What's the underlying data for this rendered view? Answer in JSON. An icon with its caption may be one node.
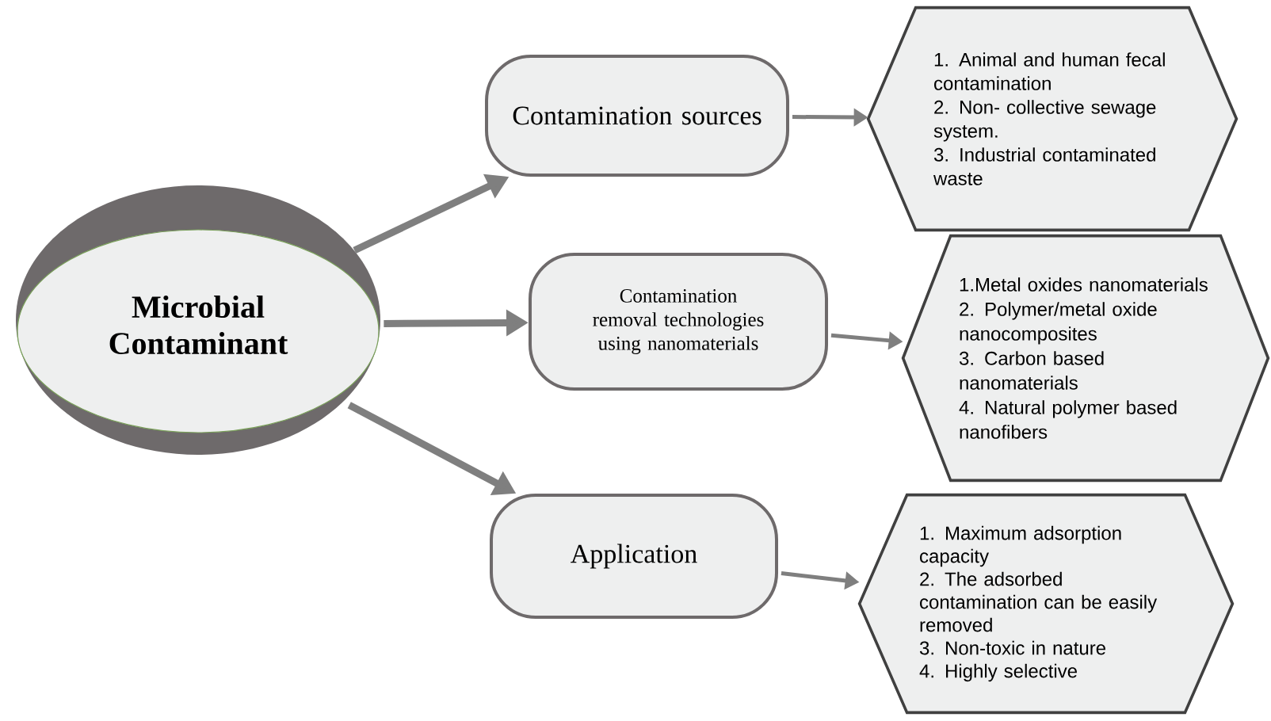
{
  "diagram": {
    "nodes": [
      {
        "text": [
          "Microbial Contaminant"
        ]
      },
      {
        "text": [
          "Contamination sources"
        ]
      },
      {
        "text": [
          "Contamination removal technologies using nanomaterials"
        ]
      },
      {
        "text": [
          "Application"
        ]
      },
      {
        "text": [
          "1. Animal and human fecal contamination",
          "2. Non- collective sewage system.",
          "3. Industrial contaminated waste"
        ]
      },
      {
        "text": [
          "1.Metal oxides nanomaterials",
          "2. Polymer/metal oxide nanocomposites",
          "3. Carbon based nanomaterials",
          "4. Natural polymer based nanofibers"
        ]
      },
      {
        "text": [
          "1. Maximum adsorption capacity",
          "2. The adsorbed contamination can be easily removed",
          "3. Non-toxic in nature",
          "4. Highly selective"
        ]
      }
    ],
    "edges": [
      {
        "from": 0,
        "to": 1,
        "arrow": "to",
        "style": "thick"
      },
      {
        "from": 0,
        "to": 2,
        "arrow": "to",
        "style": "thick"
      },
      {
        "from": 0,
        "to": 3,
        "arrow": "to",
        "style": "thick"
      },
      {
        "from": 1,
        "to": 4,
        "arrow": "to"
      },
      {
        "from": 2,
        "to": 5,
        "arrow": "to"
      },
      {
        "from": 3,
        "to": 6,
        "arrow": "to"
      }
    ]
  }
}
